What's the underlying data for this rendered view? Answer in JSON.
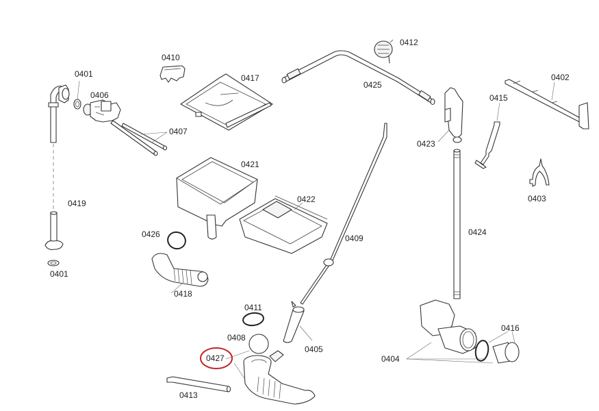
{
  "diagram": {
    "title": "Exploded parts diagram",
    "highlight_color": "#c0282d",
    "highlighted_part": "0427",
    "labels": {
      "p0401_top": "0401",
      "p0406": "0406",
      "p0407": "0407",
      "p0410": "0410",
      "p0417": "0417",
      "p0412": "0412",
      "p0425": "0425",
      "p0423": "0423",
      "p0402": "0402",
      "p0415": "0415",
      "p0403": "0403",
      "p0419": "0419",
      "p0401_bottom": "0401",
      "p0421": "0421",
      "p0422": "0422",
      "p0426": "0426",
      "p0418": "0418",
      "p0409": "0409",
      "p0424": "0424",
      "p0411": "0411",
      "p0408": "0408",
      "p0427": "0427",
      "p0405": "0405",
      "p0413": "0413",
      "p0404": "0404",
      "p0416": "0416"
    }
  }
}
